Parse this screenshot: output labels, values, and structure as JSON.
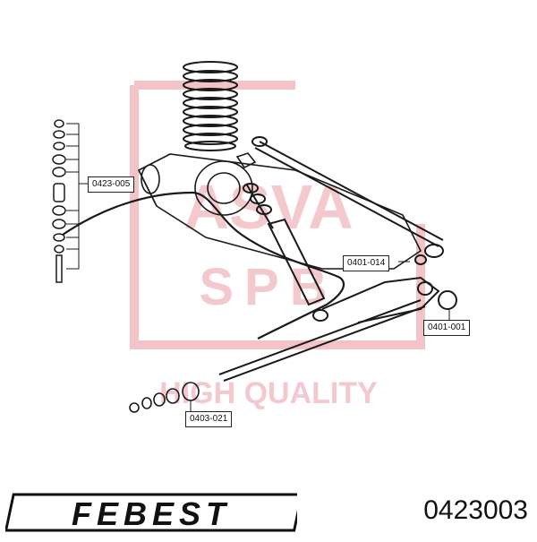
{
  "callouts": {
    "stabilizer_link": "0423-005",
    "lateral_rod_bushing": "0401-014",
    "arm_bushing": "0401-001",
    "trailing_rod_bushing": "0403-021"
  },
  "watermark": {
    "line1": "ASVA",
    "line2": "SPB",
    "line3": "HIGH QUALITY"
  },
  "brand": {
    "logo_text": "FEBEST",
    "part_number": "0423003"
  },
  "colors": {
    "watermark": "#f2c4c8",
    "line": "#1a1a1a",
    "text": "#111111"
  }
}
